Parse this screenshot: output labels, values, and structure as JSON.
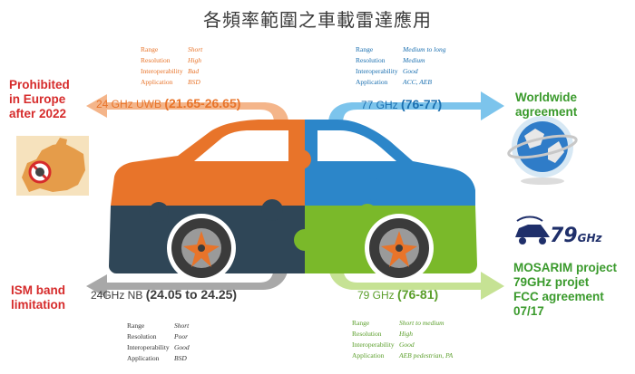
{
  "title": "各頻率範圍之車載雷達應用",
  "bands": {
    "uwb": {
      "label": "24 GHz UWB",
      "range": "(21.65-26.65)",
      "note": [
        "Prohibited",
        "in Europe",
        "after 2022"
      ],
      "specs": [
        [
          "Range",
          "Short"
        ],
        [
          "Resolution",
          "High"
        ],
        [
          "Interoperability",
          "Bad"
        ],
        [
          "Application",
          "BSD"
        ]
      ],
      "color": "#f4a36f"
    },
    "ghz77": {
      "label": "77 GHz",
      "range": "(76-77)",
      "note": [
        "Worldwide",
        "agreement"
      ],
      "specs": [
        [
          "Range",
          "Medium to long"
        ],
        [
          "Resolution",
          "Medium"
        ],
        [
          "Interoperability",
          "Good"
        ],
        [
          "Application",
          "ACC, AEB"
        ]
      ],
      "color": "#6fb9e6"
    },
    "nb": {
      "label": "24GHz NB",
      "range": "(24.05 to 24.25)",
      "note": [
        "ISM band",
        "limitation"
      ],
      "specs": [
        [
          "Range",
          "Short"
        ],
        [
          "Resolution",
          "Poor"
        ],
        [
          "Interoperability",
          "Good"
        ],
        [
          "Application",
          "BSD"
        ]
      ],
      "color": "#9a9a9a"
    },
    "ghz79": {
      "label": "79 GHz",
      "range": "(76-81)",
      "note": [
        "MOSARIM project",
        "79GHz projet",
        "FCC agreement",
        "07/17"
      ],
      "specs": [
        [
          "Range",
          "Short to medium"
        ],
        [
          "Resolution",
          "High"
        ],
        [
          "Interoperability",
          "Good"
        ],
        [
          "Application",
          "AEB pedestrian, PA"
        ]
      ],
      "color": "#a8d36a"
    }
  },
  "logo": {
    "main": "79",
    "unit": "GHz"
  },
  "colors": {
    "orange": "#e8742a",
    "blue": "#2c86c9",
    "navy": "#2f4657",
    "green": "#7ab92a",
    "red": "#d62b2b"
  }
}
